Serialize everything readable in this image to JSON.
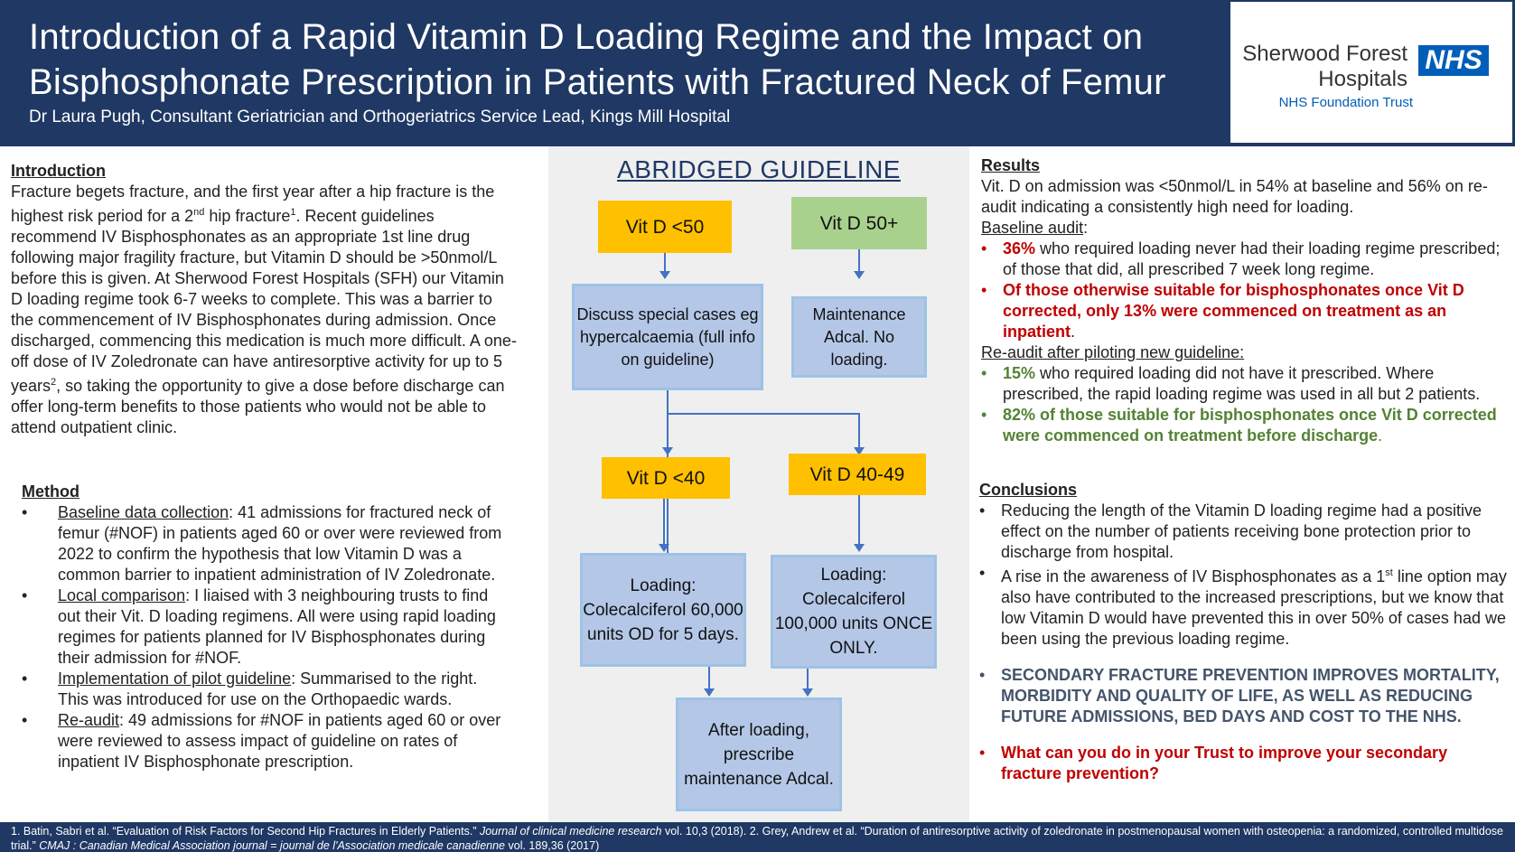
{
  "header": {
    "title_line1": "Introduction of a Rapid Vitamin D Loading Regime and the Impact on",
    "title_line2": "Bisphosphonate Prescription in Patients with Fractured Neck of Femur",
    "author": "Dr Laura Pugh, Consultant Geriatrician and Orthogeriatrics Service Lead, Kings Mill Hospital",
    "logo": {
      "name_line1": "Sherwood Forest",
      "name_line2": "Hospitals",
      "badge": "NHS",
      "trust": "NHS Foundation Trust",
      "badge_color": "#005eb8"
    }
  },
  "intro": {
    "heading": "Introduction",
    "t1": "Fracture begets fracture, and the first year after a hip fracture is the highest risk period for a 2",
    "t1_sup": "nd",
    "t2": " hip fracture",
    "t2_sup": "1",
    "t3": ".  Recent guidelines recommend IV Bisphosphonates as an appropriate 1st line drug following major fragility fracture, but Vitamin D should be >50nmol/L before this is given.  At Sherwood Forest Hospitals (SFH) our Vitamin D loading regime took 6-7 weeks to complete. This was a barrier to the commencement of IV Bisphosphonates during admission.  Once discharged, commencing this medication is much more difficult.  A one-off dose of IV Zoledronate can have antiresorptive activity for up to 5 years",
    "t3_sup": "2",
    "t4": ", so taking the opportunity to give a dose before discharge can offer long-term benefits to those patients who would not be able to attend outpatient clinic."
  },
  "method": {
    "heading": "Method",
    "bullet": "•",
    "items": [
      {
        "label": "Baseline data collection",
        "text": ": 41 admissions for fractured neck of femur (#NOF) in patients aged 60 or over were reviewed from 2022 to confirm the hypothesis that low Vitamin D was a common barrier to inpatient administration of IV Zoledronate."
      },
      {
        "label": "Local comparison",
        "text": ": I liaised with 3 neighbouring trusts to find out their Vit. D loading regimens.  All were using rapid loading regimes for patients planned for IV Bisphosphonates during their admission for #NOF."
      },
      {
        "label": "Implementation of pilot guideline",
        "text": ": Summarised to the right.  This was introduced for use on the Orthopaedic wards."
      },
      {
        "label": "Re-audit",
        "text": ": 49 admissions for #NOF in patients aged 60 or over were reviewed to assess impact of guideline on rates of inpatient IV Bisphosphonate prescription."
      }
    ]
  },
  "guideline": {
    "title": "ABRIDGED GUIDELINE",
    "vitd_lt50": "Vit D <50",
    "vitd_50plus": "Vit D 50+",
    "discuss": "Discuss special cases eg hypercalcaemia (full info on guideline)",
    "maintenance": "Maintenance Adcal. No loading.",
    "vitd_lt40": "Vit D  <40",
    "vitd_40_49": "Vit D 40-49",
    "loading_60k": "Loading: Colecalciferol 60,000 units OD for 5 days.",
    "loading_100k": "Loading: Colecalciferol 100,000 units ONCE ONLY.",
    "after_loading": "After loading, prescribe maintenance Adcal.",
    "colors": {
      "yellow": "#ffc000",
      "green": "#a9d18e",
      "blue": "#b4c7e7",
      "arrow": "#4472c4"
    }
  },
  "results": {
    "heading": "Results",
    "intro": "Vit. D on admission was <50nmol/L in 54% at baseline and 56% on re-audit indicating a consistently high need for loading.",
    "baseline_label": "Baseline audit",
    "colon": ":",
    "bullet": "•",
    "b1_pct": "36%",
    "b1_text": " who required loading never had their loading regime prescribed; of those that did, all prescribed 7 week long regime.",
    "b2_text": "Of those otherwise suitable for bisphosphonates once Vit D corrected, only 13% were commenced on treatment as an inpatient",
    "period": ".",
    "reaudit_label": "Re-audit after piloting new guideline:",
    "r1_pct": "15%",
    "r1_text": " who required loading did not have it prescribed.  Where prescribed, the rapid loading regime was used in all but 2 patients.",
    "r2_text": "82% of those suitable for bisphosphonates once Vit D corrected were commenced on treatment before discharge",
    "colors": {
      "red": "#c00000",
      "green": "#548235"
    }
  },
  "conclusions": {
    "heading": "Conclusions",
    "bullet": "•",
    "c1": "Reducing the length of the Vitamin D loading regime had a positive effect on the number of patients receiving bone protection prior to discharge from hospital.",
    "c2a": "A rise in the awareness of IV Bisphosphonates as a 1",
    "c2_sup": "st",
    "c2b": " line option may also have contributed to the increased prescriptions, but we know that low Vitamin D would have prevented this in over 50% of cases had we been using the previous loading regime.",
    "c3": "SECONDARY FRACTURE PREVENTION IMPROVES MORTALITY, MORBIDITY AND QUALITY OF LIFE, AS WELL AS REDUCING FUTURE ADMISSIONS, BED DAYS AND COST TO THE NHS.",
    "c4": "What can you do in your Trust to improve your secondary fracture prevention?"
  },
  "footer": {
    "r1a": "1. Batin, Sabri et al. “Evaluation of Risk Factors for Second Hip Fractures in Elderly Patients.” ",
    "r1_journal": "Journal of clinical medicine research",
    "r1b": " vol. 10,3 (2018).  2. Grey, Andrew et al. “Duration of antiresorptive activity of zoledronate in postmenopausal women with osteopenia: a randomized, controlled multidose trial.” ",
    "r2_journal": "CMAJ : Canadian Medical Association journal = journal de l'Association medicale canadienne",
    "r2b": " vol. 189,36 (2017)"
  }
}
